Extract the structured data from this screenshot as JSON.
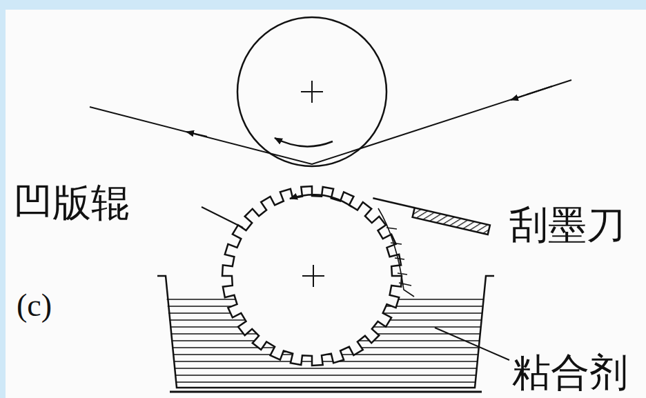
{
  "diagram": {
    "labels": [
      "凹版辊",
      "刮墨刀",
      "(c)",
      "粘合剂"
    ]
  }
}
